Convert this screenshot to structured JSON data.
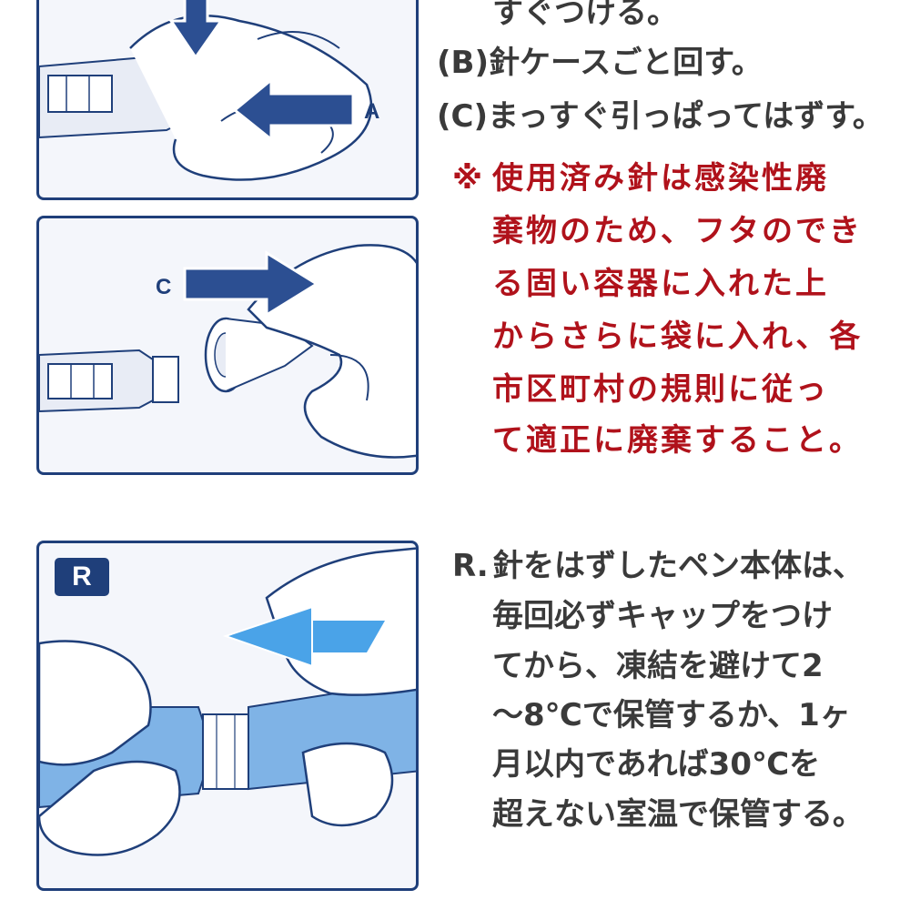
{
  "steps": {
    "line1": "すぐつける。",
    "b": "(B)針ケースごと回す。",
    "c": "(C)まっすぐ引っぱってはずす。"
  },
  "warning": {
    "mark": "※",
    "lines": [
      "使用済み針は感染性廃",
      "棄物のため、フタのでき",
      "る固い容器に入れた上",
      "からさらに袋に入れ、各",
      "市区町村の規則に従っ",
      "て適正に廃棄すること。"
    ]
  },
  "figure_labels": {
    "a": "A",
    "c": "C",
    "r": "R"
  },
  "step_r": {
    "marker": "R.",
    "lines": [
      "針をはずしたペン本体は、",
      "毎回必ずキャップをつけ",
      "てから、凍結を避けて2",
      "～8℃で保管するか、1ヶ",
      "月以内であれば30℃を",
      "超えない室温で保管する。"
    ]
  },
  "colors": {
    "panel_border": "#1f3f7a",
    "panel_bg": "#f4f6fb",
    "warning_red": "#b0121b",
    "arrow_blue": "#2c4f92",
    "pen_blue": "#7fb3e6",
    "text_gray": "#3a3a3a"
  }
}
